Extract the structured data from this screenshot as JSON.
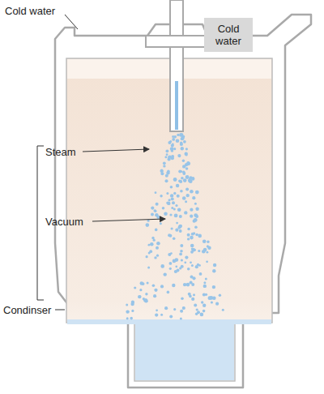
{
  "diagram": {
    "nodes": [
      {
        "text": [
          "Cold water"
        ]
      }
    ],
    "labels": [
      "Cold water",
      "Steam",
      "Vacuum",
      "Condinser"
    ]
  }
}
